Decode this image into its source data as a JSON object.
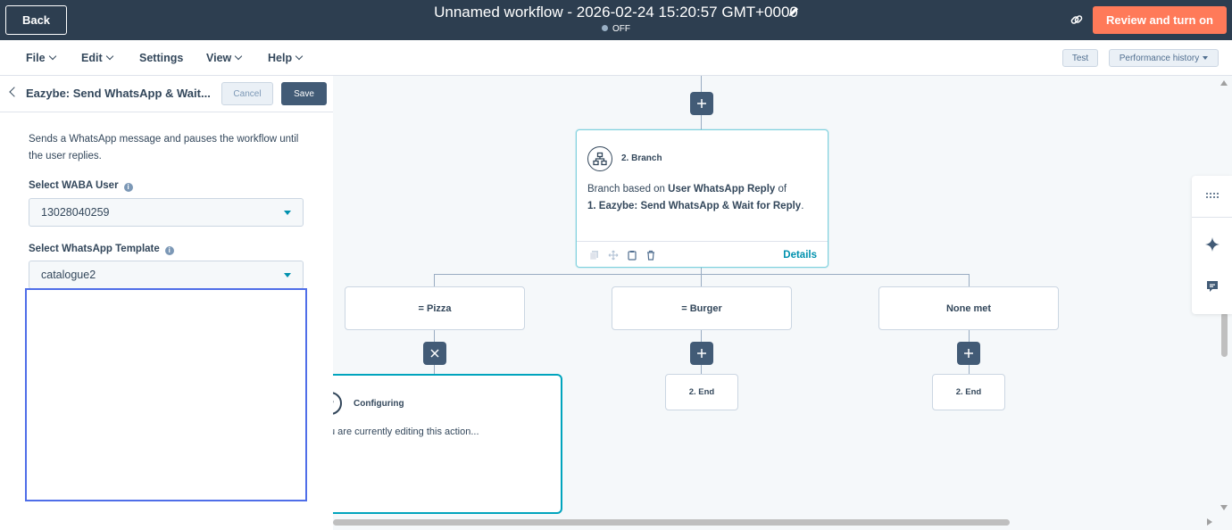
{
  "topbar": {
    "back_label": "Back",
    "workflow_title": "Unnamed workflow - 2026-02-24 15:20:57 GMT+0000",
    "status": "OFF",
    "review_label": "Review and turn on"
  },
  "menubar": {
    "items": [
      "File",
      "Edit",
      "Settings",
      "View",
      "Help"
    ],
    "test_label": "Test",
    "performance_label": "Performance history"
  },
  "panel": {
    "title": "Eazybe: Send WhatsApp & Wait...",
    "cancel_label": "Cancel",
    "save_label": "Save",
    "description": "Sends a WhatsApp message and pauses the workflow until the user replies.",
    "waba_label": "Select WABA User",
    "waba_value": "13028040259",
    "template_label": "Select WhatsApp Template",
    "template_value": "catalogue2"
  },
  "canvas": {
    "branch_title": "2. Branch",
    "branch_text_prefix": "Branch based on ",
    "branch_property": "User WhatsApp Reply",
    "branch_text_mid": " of",
    "branch_action": "1. Eazybe: Send WhatsApp & Wait for Reply",
    "branch_text_end": ".",
    "details_label": "Details",
    "conditions": [
      "= Pizza",
      "= Burger",
      "None met"
    ],
    "end_label": "2. End",
    "config_title": "Configuring",
    "config_text": "u are currently editing this action..."
  },
  "colors": {
    "topbar": "#2d3e50",
    "accent_orange": "#ff7a59",
    "teal": "#00a4bd",
    "slate_button": "#425b76"
  }
}
